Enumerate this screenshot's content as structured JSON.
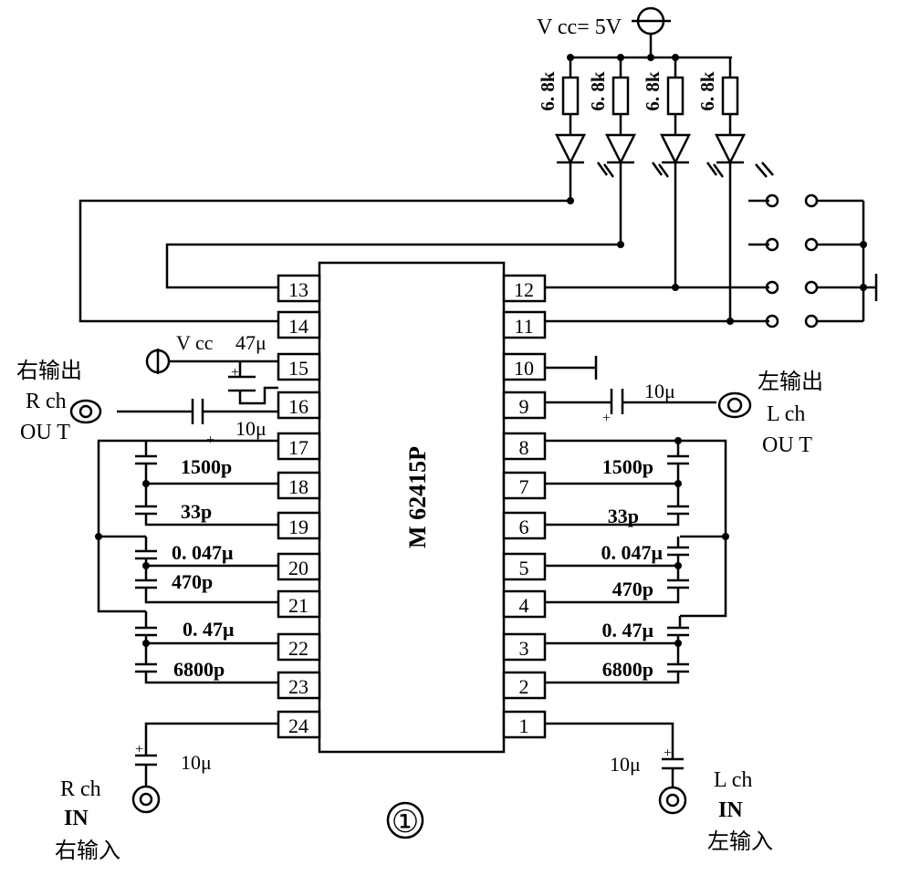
{
  "chip": {
    "label": "M 62415P"
  },
  "pins_left": [
    "13",
    "14",
    "15",
    "16",
    "17",
    "18",
    "19",
    "20",
    "21",
    "22",
    "23",
    "24"
  ],
  "pins_right": [
    "12",
    "11",
    "10",
    "9",
    "8",
    "7",
    "6",
    "5",
    "4",
    "3",
    "2",
    "1"
  ],
  "supply": {
    "top": "V cc= 5V",
    "pin15": "V cc"
  },
  "resistors": [
    "6. 8k",
    "6. 8k",
    "6. 8k",
    "6. 8k"
  ],
  "left_caps": [
    "1500p",
    "33p",
    "0. 047μ",
    "470p",
    "0. 47μ",
    "6800p"
  ],
  "right_caps": [
    "1500p",
    "33p",
    "0. 047μ",
    "470p",
    "0. 47μ",
    "6800p"
  ],
  "cap_labels": {
    "decouple": "47μ",
    "r_out": "10μ",
    "l_out": "10μ",
    "r_in": "10μ",
    "l_in": "10μ"
  },
  "polarity": "+",
  "ports": {
    "r_out": [
      "右输出",
      "R ch",
      "OU T"
    ],
    "l_out": [
      "左输出",
      "L ch",
      "OU T"
    ],
    "r_in": [
      "R ch",
      "IN",
      "右输入"
    ],
    "l_in": [
      "L ch",
      "IN",
      "左输入"
    ]
  },
  "figure_number": "①"
}
